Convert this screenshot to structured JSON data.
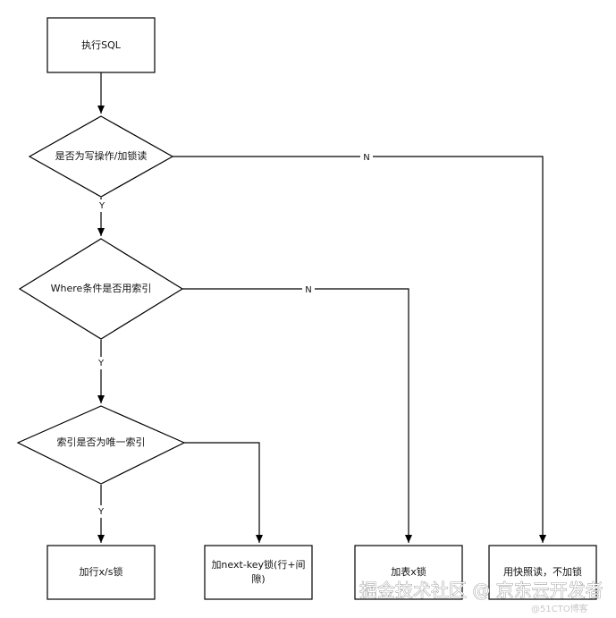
{
  "nodes": {
    "exec_sql": "执行SQL",
    "is_write": "是否为写操作/加锁读",
    "where_index": "Where条件是否用索引",
    "unique_index": "索引是否为唯一索引",
    "lock_xs": "加行x/s锁",
    "next_key_line1": "加next-key锁(行+间",
    "next_key_line2": "隙)",
    "table_x": "加表x锁",
    "snapshot": "用快照读，不加锁"
  },
  "edges": {
    "write_yes": "Y",
    "write_no": "N",
    "where_yes": "Y",
    "where_no": "N",
    "unique_yes": "Y"
  },
  "watermark": {
    "main": "掘金技术社区 @ 京东云开发者",
    "small": "@51CTO博客"
  }
}
